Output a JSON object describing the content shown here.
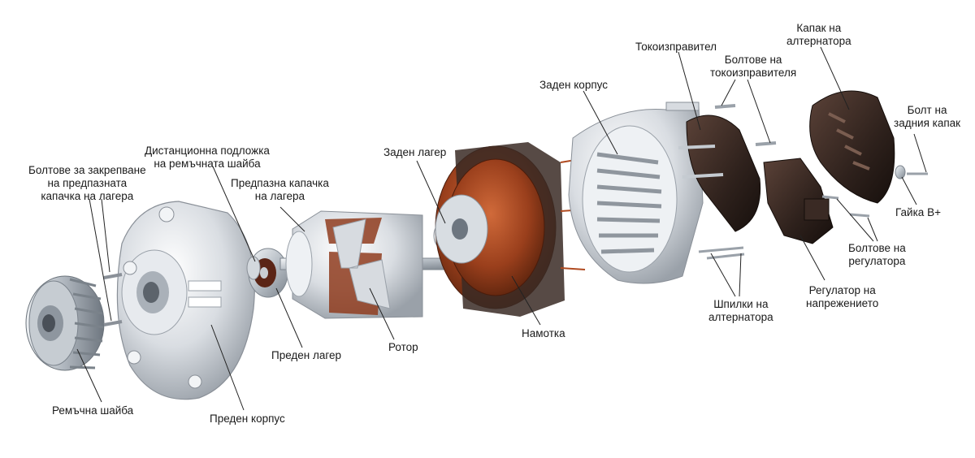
{
  "diagram": {
    "labels": {
      "pulley": "Ремъчна шайба",
      "pulley_bolts": "Болтове за закрепване\nна предпазната\nкапачка на лагера",
      "spacer": "Дистанционна подложка\nна ремъчната шайба",
      "bearing_cap": "Предпазна капачка\nна лагера",
      "front_housing": "Преден корпус",
      "front_bearing": "Преден лагер",
      "rotor": "Ротор",
      "rear_bearing": "Заден лагер",
      "winding": "Намотка",
      "rear_housing": "Заден корпус",
      "rectifier": "Токоизправител",
      "rectifier_bolts": "Болтове на\nтокоизправителя",
      "alternator_cover": "Капак на\nалтернатора",
      "rear_cover_bolt": "Болт на\nзадния капак",
      "nut_b": "Гайка B+",
      "regulator_bolts": "Болтове на\nрегулатора",
      "regulator": "Регулатор на\nнапрежението",
      "studs": "Шпилки на\nалтернатора"
    }
  }
}
